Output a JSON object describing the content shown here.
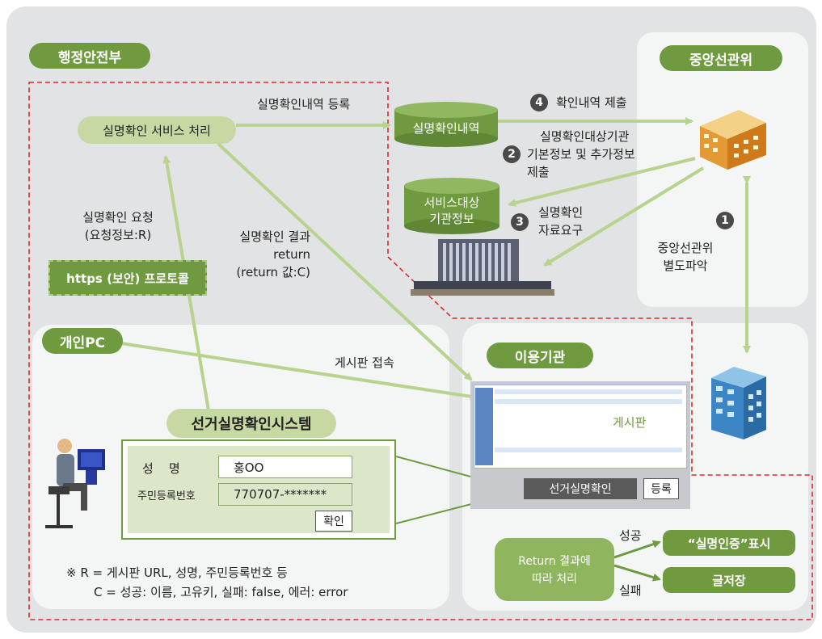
{
  "colors": {
    "green_dark": "#6f9a3f",
    "green_light": "#c6d9a3",
    "panel_bg": "#e2e3e4",
    "inner_bg": "#f4f5f5",
    "dashed_red": "#e0282d"
  },
  "labels": {
    "ministry": "행정안전부",
    "nec": "중앙선관위",
    "personal_pc": "개인PC",
    "institution": "이용기관",
    "system_title": "선거실명확인시스템",
    "service": "실명확인 서비스 처리",
    "db_records": "실명확인내역",
    "db_service_line1": "서비스대상",
    "db_service_line2": "기관정보",
    "https": "https (보안) 프로토콜",
    "return_result_line1": "Return 결과에",
    "return_result_line2": "따라 처리",
    "success_box": "“실명인증”표시",
    "fail_box": "글저장",
    "board": "게시판",
    "verify_btn": "선거실명확인",
    "register_btn": "등록"
  },
  "edges": {
    "register": "실명확인내역 등록",
    "step4": "확인내역 제출",
    "step2_line1": "실명확인대상기관",
    "step2_line2": "기본정보 및 추가정보",
    "step2_line3": "제출",
    "step3_line1": "실명확인",
    "step3_line2": "자료요구",
    "step1_line1": "중앙선관위",
    "step1_line2": "별도파악",
    "request_line1": "실명확인 요청",
    "request_line2": "(요청정보:R)",
    "result_line1": "실명확인 결과",
    "result_line2": "return",
    "result_line3": "(return 값:C)",
    "board_access": "게시판 접속",
    "success": "성공",
    "fail": "실패"
  },
  "steps": {
    "s1": "1",
    "s2": "2",
    "s3": "3",
    "s4": "4"
  },
  "form": {
    "name_label": "성    명",
    "name_value": "홍OO",
    "id_label": "주민등록번호",
    "id_value": "770707-*******",
    "confirm": "확인"
  },
  "notes": {
    "line1": "※ R = 게시판 URL, 성명, 주민등록번호 등",
    "line2": "C = 성공: 이름, 고유키, 실패: false, 에러: error"
  },
  "icons": [
    "gold-building-icon",
    "government-building-icon",
    "office-tower-icon",
    "user-computer-icon",
    "cylinder-database-icon"
  ]
}
